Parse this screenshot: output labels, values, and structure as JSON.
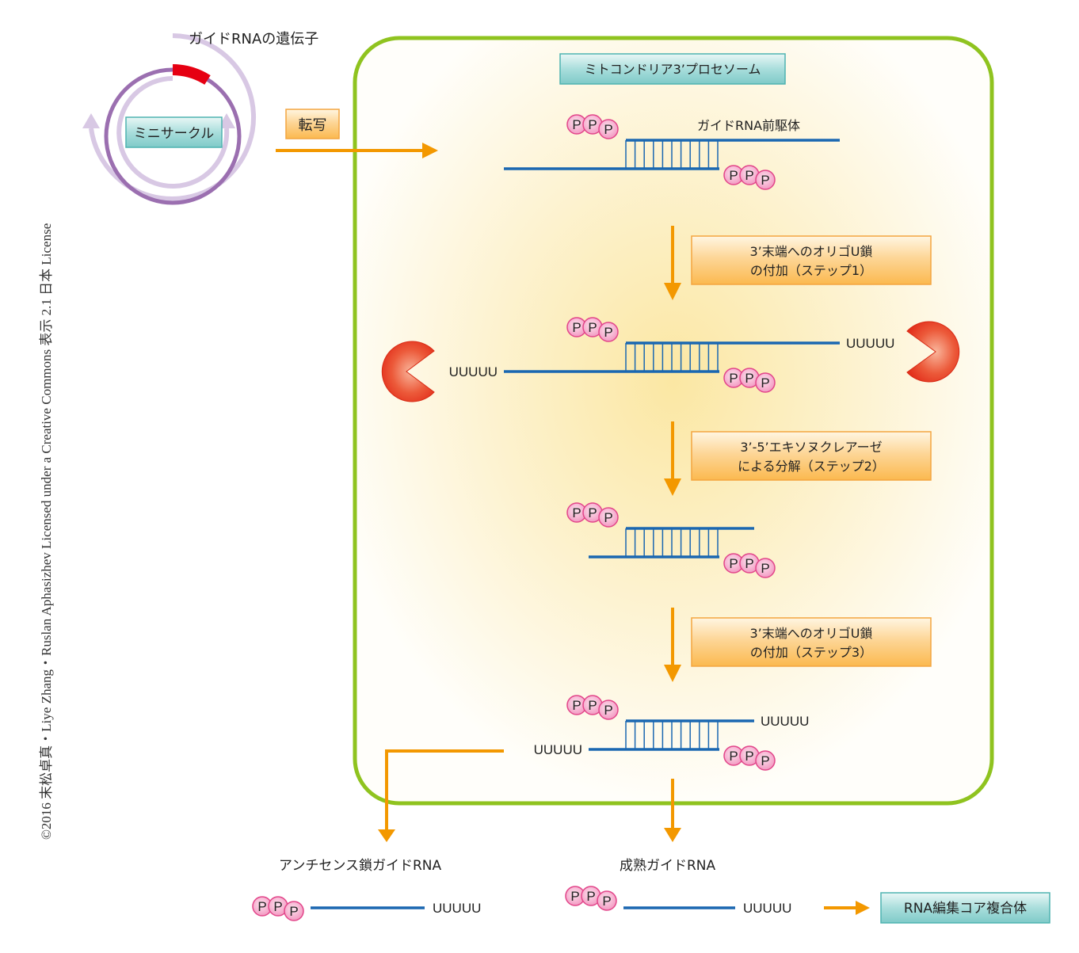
{
  "credit": "©2016 末松卓真・Liye Zhang・Ruslan Aphasizhev Licensed under a Creative Commons 表示 2.1 日本 License",
  "minicircle": {
    "gene_label": "ガイドRNAの遺伝子",
    "label": "ミニサークル"
  },
  "transcription_label": "転写",
  "processome": {
    "title": "ミトコンドリア3’プロセソーム",
    "precursor_label": "ガイドRNA前駆体",
    "steps": [
      {
        "line1": "3’末端へのオリゴU鎖",
        "line2": "の付加（ステップ1）"
      },
      {
        "line1": "3’-5’エキソヌクレアーゼ",
        "line2": "による分解（ステップ2）"
      },
      {
        "line1": "3’末端へのオリゴU鎖",
        "line2": "の付加（ステップ3）"
      }
    ]
  },
  "phosphate_label": "P",
  "utail_label": "UUUUU",
  "outputs": {
    "antisense_label": "アンチセンス鎖ガイドRNA",
    "mature_label": "成熟ガイドRNA",
    "complex_label": "RNA編集コア複合体"
  },
  "colors": {
    "rna_strand": "#1a67b1",
    "arrow": "#f39800",
    "membrane": "#8fc31f",
    "enzyme": "#e83820",
    "phosphate": "#f7a8c8",
    "phosphate_stroke": "#e2468a",
    "minicircle_ring": "#9b6fb0",
    "minicircle_arrow": "#d8c8e4",
    "gene_segment": "#e60012",
    "teal_box": "#a8dedd",
    "step_box": "#fcd28c"
  }
}
